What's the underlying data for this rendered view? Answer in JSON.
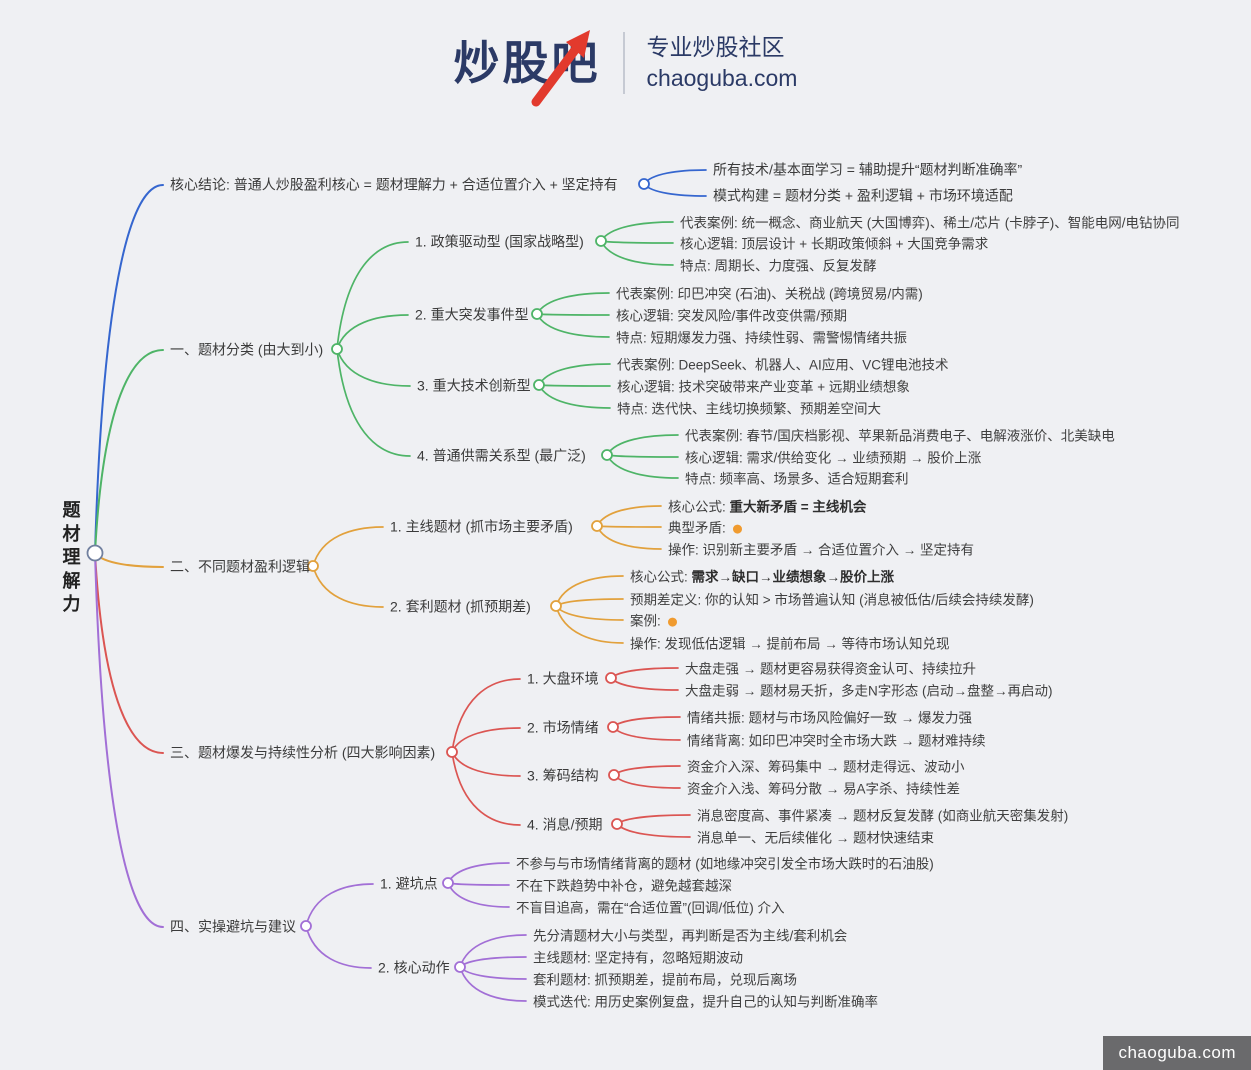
{
  "header": {
    "logo": "炒股吧",
    "tagline": "专业炒股社区",
    "site": "chaoguba.com"
  },
  "watermark": "chaoguba.com",
  "colors": {
    "blue": "#3566cf",
    "green": "#4eb467",
    "orange": "#e2a13c",
    "red": "#db5552",
    "purple": "#a26fd6",
    "navy": "#2b3a66",
    "logo_red": "#e23a2d",
    "bullet": "#f09b2f"
  },
  "root": {
    "label": "题材理解力"
  },
  "branches": [
    {
      "label": "核心结论: 普通人炒股盈利核心 = 题材理解力 + 合适位置介入 + 坚定持有",
      "color": "#3566cf",
      "children": [
        {
          "label": "所有技术/基本面学习 = 辅助提升“题材判断准确率”"
        },
        {
          "label": "模式构建 = 题材分类 + 盈利逻辑 + 市场环境适配"
        }
      ]
    },
    {
      "label": "一、题材分类 (由大到小)",
      "color": "#4eb467",
      "children": [
        {
          "label": "1. 政策驱动型 (国家战略型)",
          "children": [
            {
              "label": "代表案例: 统一概念、商业航天 (大国博弈)、稀土/芯片 (卡脖子)、智能电网/电钻协同"
            },
            {
              "label": "核心逻辑: 顶层设计 + 长期政策倾斜 + 大国竞争需求"
            },
            {
              "label": "特点: 周期长、力度强、反复发酵"
            }
          ]
        },
        {
          "label": "2. 重大突发事件型",
          "children": [
            {
              "label": "代表案例: 印巴冲突 (石油)、关税战 (跨境贸易/内需)"
            },
            {
              "label": "核心逻辑: 突发风险/事件改变供需/预期"
            },
            {
              "label": "特点: 短期爆发力强、持续性弱、需警惕情绪共振"
            }
          ]
        },
        {
          "label": "3. 重大技术创新型",
          "children": [
            {
              "label": "代表案例: DeepSeek、机器人、AI应用、VC锂电池技术"
            },
            {
              "label": "核心逻辑: 技术突破带来产业变革 + 远期业绩想象"
            },
            {
              "label": "特点: 迭代快、主线切换频繁、预期差空间大"
            }
          ]
        },
        {
          "label": "4. 普通供需关系型 (最广泛)",
          "children": [
            {
              "label": "代表案例: 春节/国庆档影视、苹果新品消费电子、电解液涨价、北美缺电"
            },
            {
              "label": "核心逻辑: 需求/供给变化 → 业绩预期 → 股价上涨"
            },
            {
              "label": "特点: 频率高、场景多、适合短期套利"
            }
          ]
        }
      ]
    },
    {
      "label": "二、不同题材盈利逻辑",
      "color": "#e2a13c",
      "children": [
        {
          "label": "1. 主线题材 (抓市场主要矛盾)",
          "children": [
            {
              "prefix": "核心公式: ",
              "bold": "重大新矛盾 = 主线机会"
            },
            {
              "label": "典型矛盾: ",
              "dot": true
            },
            {
              "label": "操作: 识别新主要矛盾 → 合适位置介入 → 坚定持有"
            }
          ]
        },
        {
          "label": "2. 套利题材 (抓预期差)",
          "children": [
            {
              "prefix": "核心公式: ",
              "bold": "需求→缺口→业绩想象→股价上涨"
            },
            {
              "label": "预期差定义: 你的认知 > 市场普遍认知 (消息被低估/后续会持续发酵)"
            },
            {
              "label": "案例: ",
              "dot": true
            },
            {
              "label": "操作: 发现低估逻辑 → 提前布局 → 等待市场认知兑现"
            }
          ]
        }
      ]
    },
    {
      "label": "三、题材爆发与持续性分析 (四大影响因素)",
      "color": "#db5552",
      "children": [
        {
          "label": "1. 大盘环境",
          "children": [
            {
              "label": "大盘走强 → 题材更容易获得资金认可、持续拉升"
            },
            {
              "label": "大盘走弱 → 题材易夭折，多走N字形态 (启动→盘整→再启动)"
            }
          ]
        },
        {
          "label": "2. 市场情绪",
          "children": [
            {
              "label": "情绪共振: 题材与市场风险偏好一致 → 爆发力强"
            },
            {
              "label": "情绪背离: 如印巴冲突时全市场大跌 → 题材难持续"
            }
          ]
        },
        {
          "label": "3. 筹码结构",
          "children": [
            {
              "label": "资金介入深、筹码集中 → 题材走得远、波动小"
            },
            {
              "label": "资金介入浅、筹码分散 → 易A字杀、持续性差"
            }
          ]
        },
        {
          "label": "4. 消息/预期",
          "children": [
            {
              "label": "消息密度高、事件紧凑 → 题材反复发酵 (如商业航天密集发射)"
            },
            {
              "label": "消息单一、无后续催化 → 题材快速结束"
            }
          ]
        }
      ]
    },
    {
      "label": "四、实操避坑与建议",
      "color": "#a26fd6",
      "children": [
        {
          "label": "1. 避坑点",
          "children": [
            {
              "label": "不参与与市场情绪背离的题材 (如地缘冲突引发全市场大跌时的石油股)"
            },
            {
              "label": "不在下跌趋势中补仓，避免越套越深"
            },
            {
              "label": "不盲目追高，需在“合适位置”(回调/低位) 介入"
            }
          ]
        },
        {
          "label": "2. 核心动作",
          "children": [
            {
              "label": "先分清题材大小与类型，再判断是否为主线/套利机会"
            },
            {
              "label": "主线题材: 坚定持有，忽略短期波动"
            },
            {
              "label": "套利题材: 抓预期差，提前布局，兑现后离场"
            },
            {
              "label": "模式迭代: 用历史案例复盘，提升自己的认知与判断准确率"
            }
          ]
        }
      ]
    }
  ]
}
